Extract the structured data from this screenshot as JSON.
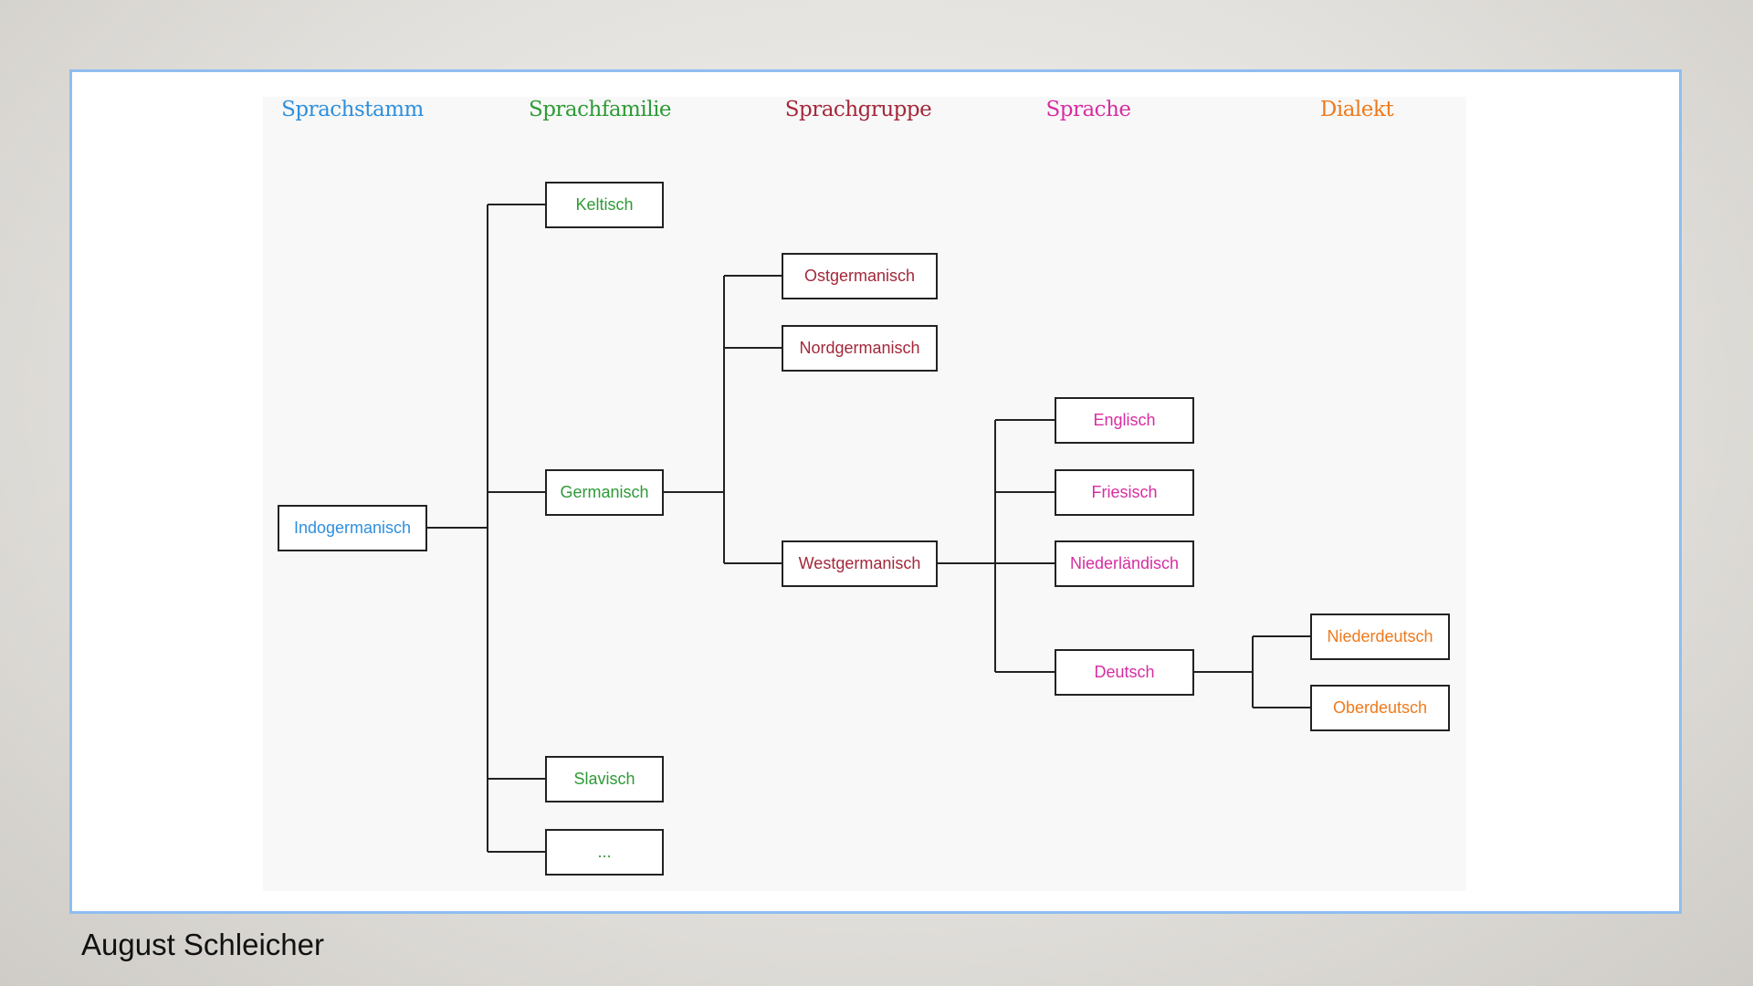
{
  "colors": {
    "sprachstamm": "#2f8fdc",
    "sprachfamilie": "#2e9a36",
    "sprachgruppe": "#a3283a",
    "sprache": "#d62da2",
    "dialekt": "#ee7a1c"
  },
  "headers": {
    "sprachstamm": "Sprachstamm",
    "sprachfamilie": "Sprachfamilie",
    "sprachgruppe": "Sprachgruppe",
    "sprache": "Sprache",
    "dialekt": "Dialekt"
  },
  "nodes": {
    "indogermanisch": "Indogermanisch",
    "keltisch": "Keltisch",
    "germanisch": "Germanisch",
    "slavisch": "Slavisch",
    "weitere": "...",
    "ostgermanisch": "Ostgermanisch",
    "nordgermanisch": "Nordgermanisch",
    "westgermanisch": "Westgermanisch",
    "englisch": "Englisch",
    "friesisch": "Friesisch",
    "niederlaendisch": "Niederländisch",
    "deutsch": "Deutsch",
    "niederdeutsch": "Niederdeutsch",
    "oberdeutsch": "Oberdeutsch"
  },
  "caption": "August Schleicher"
}
